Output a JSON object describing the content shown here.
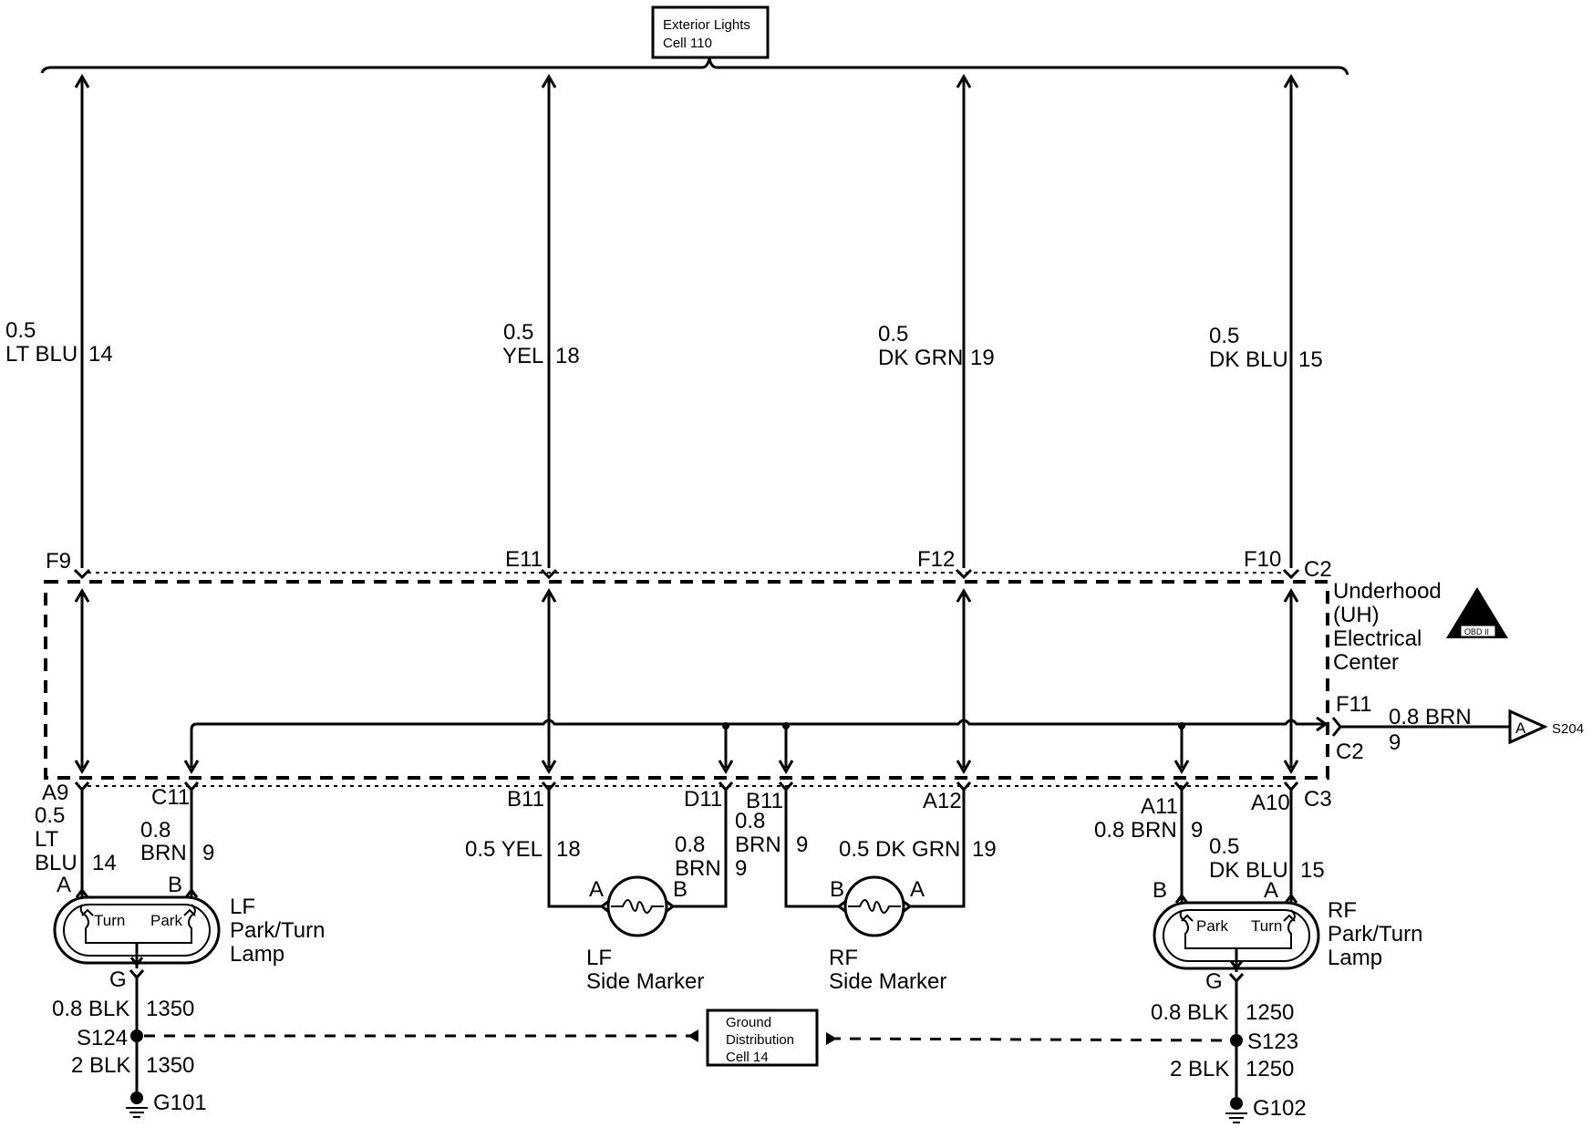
{
  "header_box": {
    "line1": "Exterior Lights",
    "line2": "Cell 110"
  },
  "feeds": {
    "ltblu": {
      "size": "0.5",
      "color": "LT BLU",
      "circuit": "14",
      "pin": "F9"
    },
    "yel": {
      "size": "0.5",
      "color": "YEL",
      "circuit": "18",
      "pin": "E11"
    },
    "dkgrn": {
      "size": "0.5",
      "color": "DK GRN",
      "circuit": "19",
      "pin": "F12"
    },
    "dkblu": {
      "size": "0.5",
      "color": "DK BLU",
      "circuit": "15",
      "pin": "F10"
    }
  },
  "uh_center": {
    "connector_top": "C2",
    "name_line1": "Underhood",
    "name_line2": "(UH)",
    "name_line3": "Electrical",
    "name_line4": "Center",
    "obd_text": "OBD II",
    "out_pin": "F11",
    "out_wire": "0.8 BRN",
    "out_circuit": "9",
    "out_connector": "C2",
    "out_ref_letter": "A",
    "out_ref_splice": "S204"
  },
  "bottom_pins": {
    "a9": "A9",
    "c11": "C11",
    "b11a": "B11",
    "d11": "D11",
    "b11b": "B11",
    "a12": "A12",
    "a11": "A11",
    "a10": "A10",
    "c3": "C3"
  },
  "wires": {
    "lf_blu_size": "0.5",
    "lf_blu_color1": "LT",
    "lf_blu_color2": "BLU",
    "lf_blu_circuit": "14",
    "lf_brn_size": "0.8",
    "lf_brn_color": "BRN",
    "lf_brn_circuit": "9",
    "lfsm_yel": "0.5 YEL",
    "lfsm_yel_circuit": "18",
    "lfsm_brn_size": "0.8",
    "lfsm_brn_color": "BRN",
    "lfsm_brn_circuit": "9",
    "rfsm_brn_size": "0.8",
    "rfsm_brn_color": "BRN",
    "rfsm_brn_circuit": "9",
    "rfsm_grn": "0.5 DK GRN",
    "rfsm_grn_circuit": "19",
    "rf_brn": "0.8 BRN",
    "rf_brn_circuit": "9",
    "rf_blu_size": "0.5",
    "rf_blu_color": "DK BLU",
    "rf_blu_circuit": "15"
  },
  "lf_lamp": {
    "pin_a": "A",
    "pin_b": "B",
    "turn": "Turn",
    "park": "Park",
    "name1": "LF",
    "name2": "Park/Turn",
    "name3": "Lamp",
    "pin_g": "G"
  },
  "rf_lamp": {
    "pin_a": "A",
    "pin_b": "B",
    "turn": "Turn",
    "park": "Park",
    "name1": "RF",
    "name2": "Park/Turn",
    "name3": "Lamp",
    "pin_g": "G"
  },
  "lf_marker": {
    "pin_a": "A",
    "pin_b": "B",
    "name1": "LF",
    "name2": "Side Marker"
  },
  "rf_marker": {
    "pin_a": "A",
    "pin_b": "B",
    "name1": "RF",
    "name2": "Side Marker"
  },
  "grounds": {
    "lf_wire1": "0.8 BLK",
    "lf_circuit1": "1350",
    "lf_splice": "S124",
    "lf_wire2": "2 BLK",
    "lf_circuit2": "1350",
    "lf_ground": "G101",
    "rf_wire1": "0.8 BLK",
    "rf_circuit1": "1250",
    "rf_splice": "S123",
    "rf_wire2": "2 BLK",
    "rf_circuit2": "1250",
    "rf_ground": "G102",
    "box_line1": "Ground",
    "box_line2": "Distribution",
    "box_line3": "Cell 14"
  }
}
